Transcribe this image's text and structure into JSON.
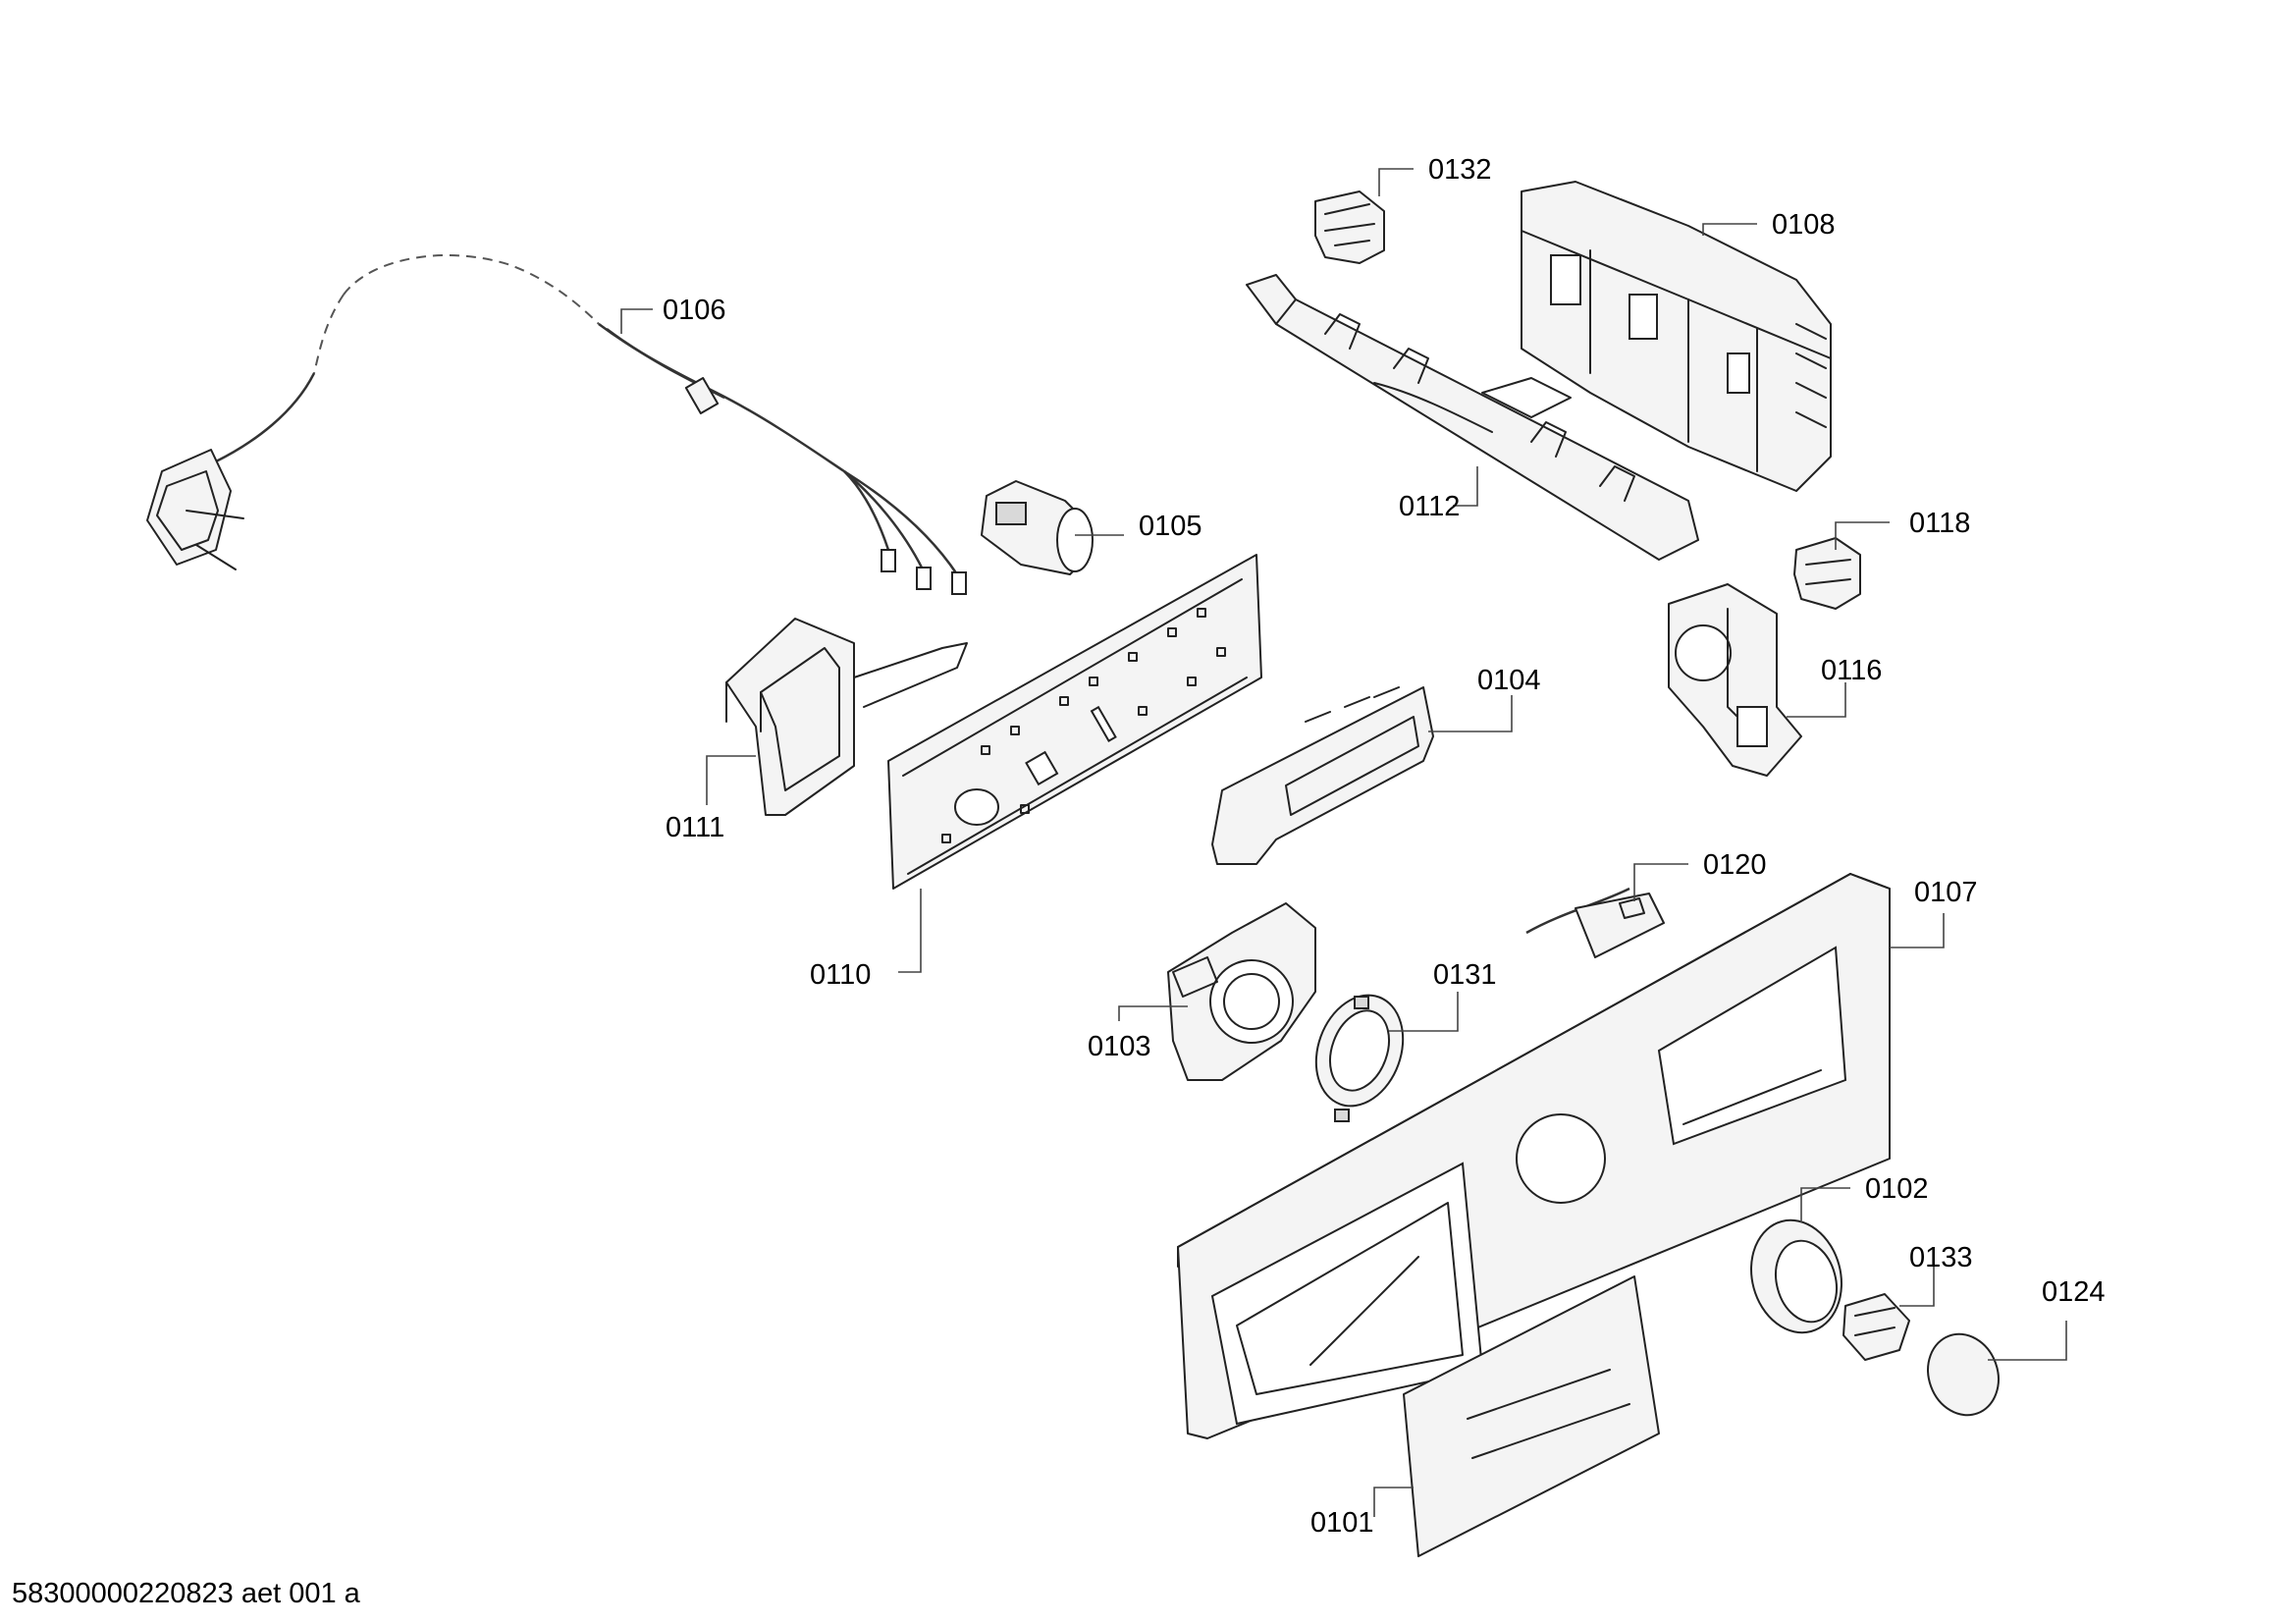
{
  "diagram": {
    "footer_code": "58300000220823 aet 001 a",
    "callouts": [
      {
        "id": "0132",
        "label": "0132"
      },
      {
        "id": "0108",
        "label": "0108"
      },
      {
        "id": "0106",
        "label": "0106"
      },
      {
        "id": "0112",
        "label": "0112"
      },
      {
        "id": "0105",
        "label": "0105"
      },
      {
        "id": "0118",
        "label": "0118"
      },
      {
        "id": "0104",
        "label": "0104"
      },
      {
        "id": "0116",
        "label": "0116"
      },
      {
        "id": "0111",
        "label": "0111"
      },
      {
        "id": "0120",
        "label": "0120"
      },
      {
        "id": "0107",
        "label": "0107"
      },
      {
        "id": "0110",
        "label": "0110"
      },
      {
        "id": "0131",
        "label": "0131"
      },
      {
        "id": "0103",
        "label": "0103"
      },
      {
        "id": "0102",
        "label": "0102"
      },
      {
        "id": "0133",
        "label": "0133"
      },
      {
        "id": "0124",
        "label": "0124"
      },
      {
        "id": "0101",
        "label": "0101"
      }
    ]
  }
}
